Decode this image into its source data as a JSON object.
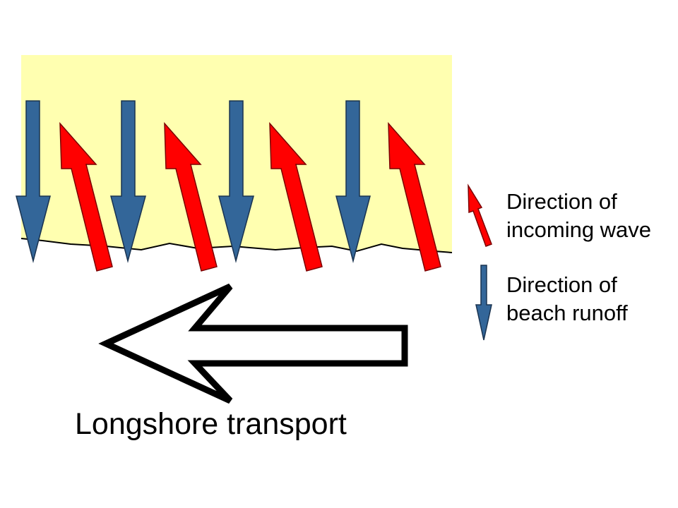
{
  "legend": {
    "incoming_wave": {
      "line1": "Direction of",
      "line2": "incoming wave",
      "color": "#ff0000"
    },
    "beach_runoff": {
      "line1": "Direction of",
      "line2": "beach runoff",
      "color": "#336699"
    }
  },
  "caption": "Longshore transport",
  "colors": {
    "beach": "#ffffb0",
    "wave_arrow": "#ff0000",
    "runoff_arrow": "#336699",
    "transport_outline": "#000000"
  }
}
